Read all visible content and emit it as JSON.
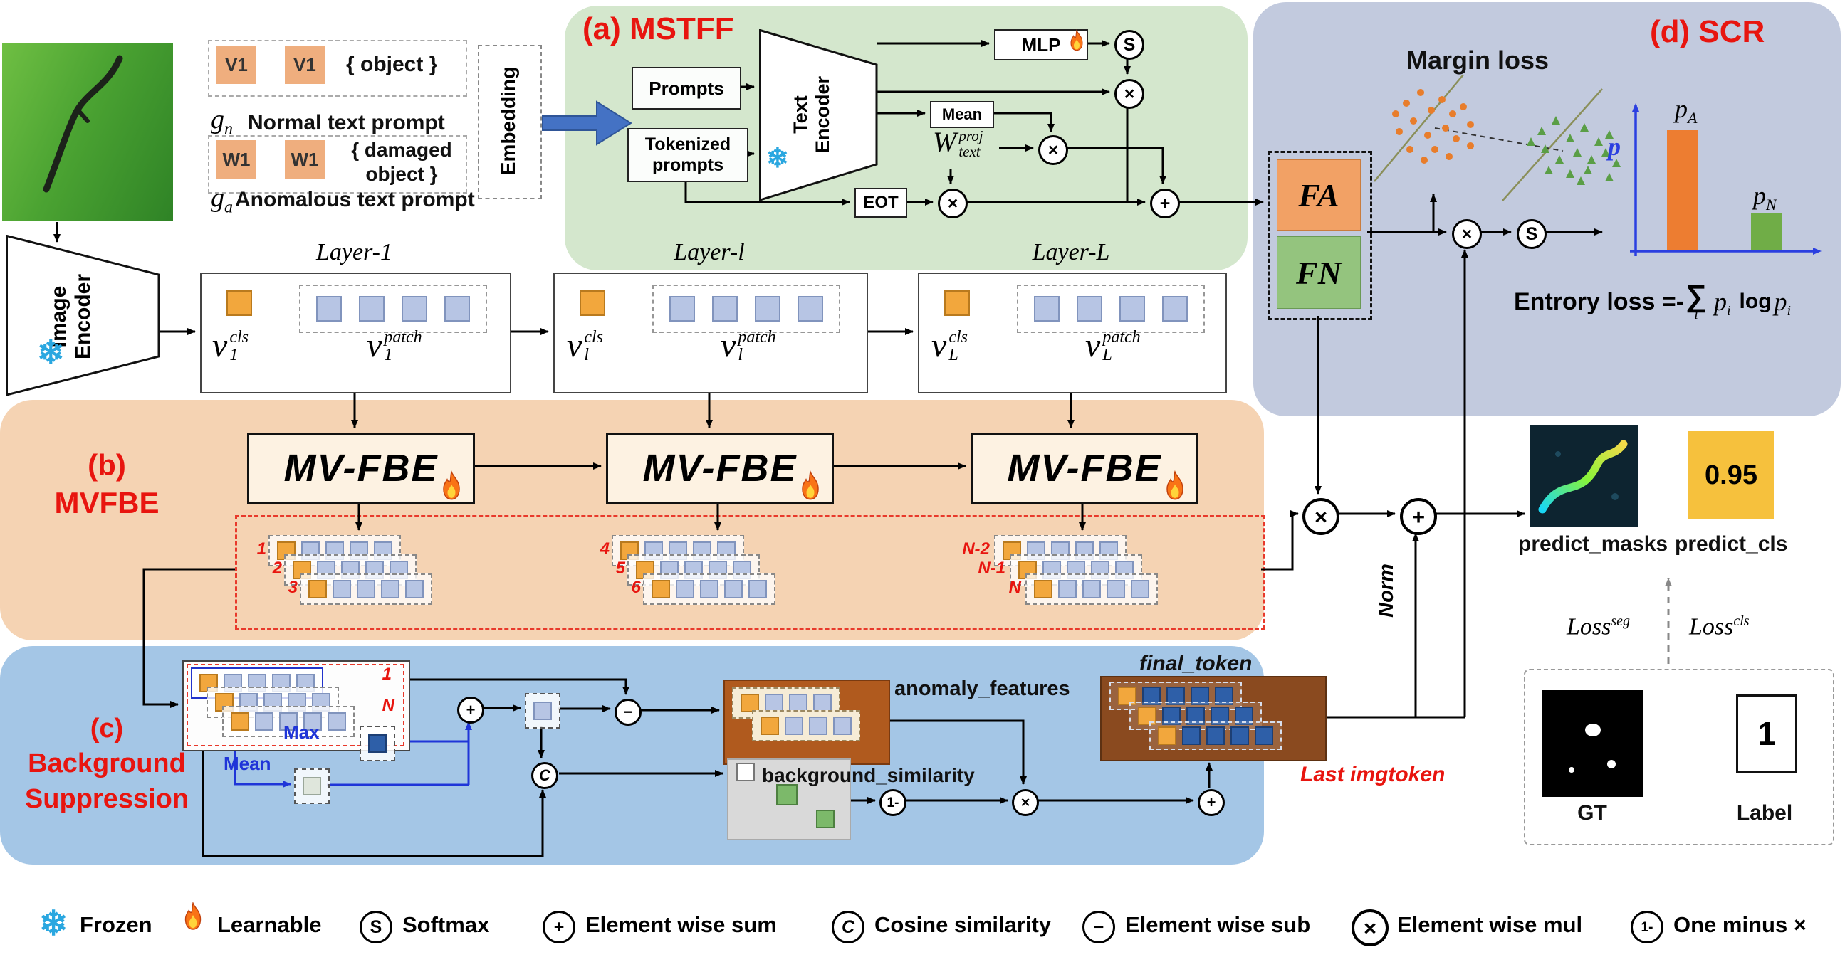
{
  "icons": {
    "frozen": "❄"
  },
  "symbols": {
    "softmax": "S",
    "sum": "+",
    "cosine": "C",
    "sub": "−",
    "mul": "×",
    "one_minus": "1-"
  },
  "prompts": {
    "v1": "V1",
    "w1": "W1",
    "object_text": "{ object }",
    "damaged_text": "{ damaged object }",
    "g": "g",
    "n": "n",
    "a": "a",
    "normal_label": "Normal text prompt",
    "anomalous_label": "Anomalous text prompt",
    "embedding": "Embedding"
  },
  "image_encoder": {
    "line1": "Image",
    "line2": "Encoder"
  },
  "mstff": {
    "title": "(a) MSTFF",
    "prompts_box": "Prompts",
    "tokenized_box": "Tokenized prompts",
    "text_encoder": {
      "line1": "Text",
      "line2": "Encoder"
    },
    "mlp": "MLP",
    "mean": "Mean",
    "eot": "EOT",
    "w": {
      "base": "W",
      "sub": "text",
      "sup": "proj"
    }
  },
  "layers": {
    "shared": {
      "v": "v",
      "cls": "cls",
      "patch": "patch"
    },
    "items": [
      {
        "title": "Layer-1",
        "sub": "1"
      },
      {
        "title": "Layer-l",
        "sub": "l"
      },
      {
        "title": "Layer-L",
        "sub": "L"
      }
    ]
  },
  "mvfbe": {
    "title_line1": "(b)",
    "title_line2": "MVFBE",
    "block": "MV-FBE",
    "group_labels": [
      [
        "1",
        "2",
        "3"
      ],
      [
        "4",
        "5",
        "6"
      ],
      [
        "N-2",
        "N-1",
        "N"
      ]
    ]
  },
  "bs": {
    "title_line1": "(c)",
    "title_line2": "Background",
    "title_line3": "Suppression",
    "max": "Max",
    "mean": "Mean",
    "first": "1",
    "last": "N",
    "anomaly_features": "anomaly_features",
    "background_similarity": "background_similarity",
    "final_token": "final_token"
  },
  "scr": {
    "title": "(d) SCR",
    "margin_loss": "Margin loss",
    "fa": "FA",
    "fn": "FN",
    "p_axis": "p",
    "p": "p",
    "a_sub": "A",
    "n_sub": "N",
    "entropy": {
      "prefix": "Entrory loss =-",
      "sum": "∑",
      "i": "i",
      "p": "p",
      "log": "log"
    }
  },
  "flow": {
    "norm": "Norm",
    "last_imgtoken": "Last imgtoken"
  },
  "outputs": {
    "predict_masks": "predict_masks",
    "predict_cls": "predict_cls",
    "cls_value": "0.95",
    "loss_seg": {
      "base": "Loss",
      "sup": "seg"
    },
    "loss_cls": {
      "base": "Loss",
      "sup": "cls"
    },
    "gt": "GT",
    "label": "Label",
    "label_value": "1"
  },
  "legend": {
    "items": [
      {
        "label": "Frozen"
      },
      {
        "label": "Learnable"
      },
      {
        "label": "Softmax"
      },
      {
        "label": "Element wise sum"
      },
      {
        "label": "Cosine similarity"
      },
      {
        "label": "Element wise sub"
      },
      {
        "label": "Element wise mul"
      },
      {
        "label": "One minus ×"
      }
    ]
  }
}
